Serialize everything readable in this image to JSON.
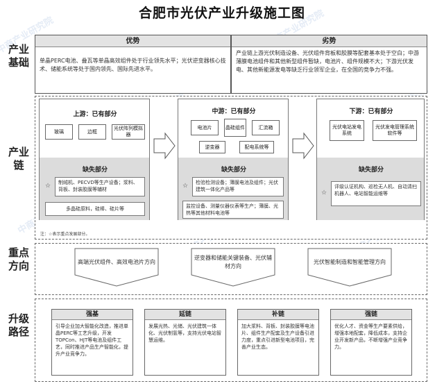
{
  "title": "合肥市光伏产业升级施工图",
  "side_labels": {
    "base": "产业基础",
    "chain": "产业链",
    "direction": "重点方向",
    "path": "升级路径"
  },
  "base": {
    "advantage_title": "优势",
    "advantage_text": "单晶PERC电池、叠瓦等单晶高效组件处于行业领先水平；光伏逆变器核心技术、储能系统等处于国内领先、国际先进水平。",
    "disadvantage_title": "劣势",
    "disadvantage_text": "产业链上游光伏制造设备、光伏组件背板和胶膜等配套基本处于空白；中游薄膜电池组件和其他新型组件暂缺，电池片、组件规模不大；下游光伏发电、其他新能源发电等缺乏行业领军企业，在全国的竞争力不强。"
  },
  "chain": {
    "upstream": {
      "title": "上游：已有部分",
      "items": [
        "玻璃",
        "边框",
        "光伏阵列模拟器"
      ],
      "lack_title": "缺失部分",
      "lack_items": [
        "制绒机、PECVD等生产设备；浆料、背板、封装胶膜等辅材",
        "多晶硅原料，硅棒、硅片等"
      ]
    },
    "midstream": {
      "title": "中游：已有部分",
      "items": [
        "电池片",
        "晶硅组件",
        "汇流箱",
        "逆变器",
        "配电系统等"
      ],
      "lack_title": "缺失部分",
      "lack_items": [
        "检验检测设备；薄膜电池及组件；光伏建筑一体化产品等",
        "监控设备、测量仪器仪表等生产；薄膜、光热等其他材料电池等"
      ]
    },
    "downstream": {
      "title": "下游：已有部分",
      "items": [
        "光伏电站发电系统",
        "光伏发电管理系统软件等"
      ],
      "lack_title": "缺失部分",
      "lack_items": [
        "评级认证机构、巡检无人机、自动清扫机器人、电站智能运维等"
      ]
    },
    "note": "注：☆表示重点发展部分。",
    "star": "☆"
  },
  "directions": [
    "高端光伏组件、高效电池片方向",
    "逆变器和储能关键装备、光伏辅材方向",
    "光伏智能制造和智能管理方向"
  ],
  "paths": [
    {
      "title": "强基",
      "text": "引导企业加大智能化改造，推进单晶PERC等工艺升级，开发TOPCon、HJT等电池及组件工艺，同时推进产品生产智能化，提升产业竞争力。"
    },
    {
      "title": "延链",
      "text": "发展光热、光储、光伏建筑一体化、光伏制氢等，支持光伏电站智慧运维。"
    },
    {
      "title": "补链",
      "text": "加大浆料、背板、封装胶膜等电池片、组件生产配套及生产设备引进力度，重点引进新型电池项目，完善产业生态。"
    },
    {
      "title": "强链",
      "text": "优化人才、资金等生产要素供给，增强本地配套，降低成本，支持企业开发新产品，不断增强产业竞争力。"
    }
  ],
  "watermark": "中商产业研究院"
}
